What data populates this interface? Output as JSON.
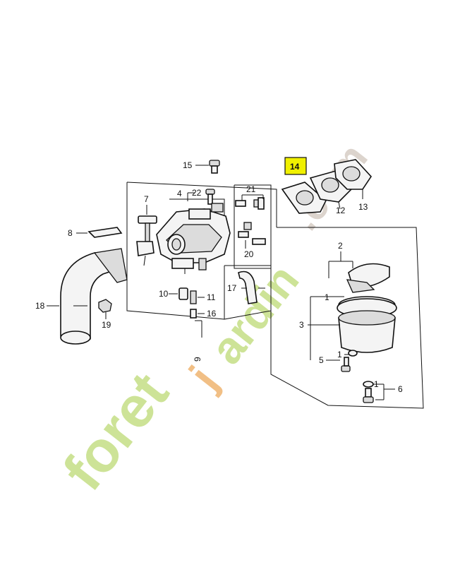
{
  "watermark": {
    "brand": "foretjardin.com",
    "colors": {
      "green": "#c8e08c",
      "orange": "#f0b878",
      "grey": "#d8d0c8"
    }
  },
  "highlight_color": "#f0f000",
  "callouts": {
    "c1a": "1",
    "c1b": "1",
    "c1c": "1",
    "c2": "2",
    "c3": "3",
    "c4": "4",
    "c5": "5",
    "c6": "6",
    "c7": "7",
    "c8": "8",
    "c9": "9",
    "c10": "10",
    "c11": "11",
    "c12": "12",
    "c13": "13",
    "c14": "14",
    "c15": "15",
    "c16": "16",
    "c17": "17",
    "c18": "18",
    "c19": "19",
    "c20": "20",
    "c21": "21",
    "c22": "22"
  }
}
